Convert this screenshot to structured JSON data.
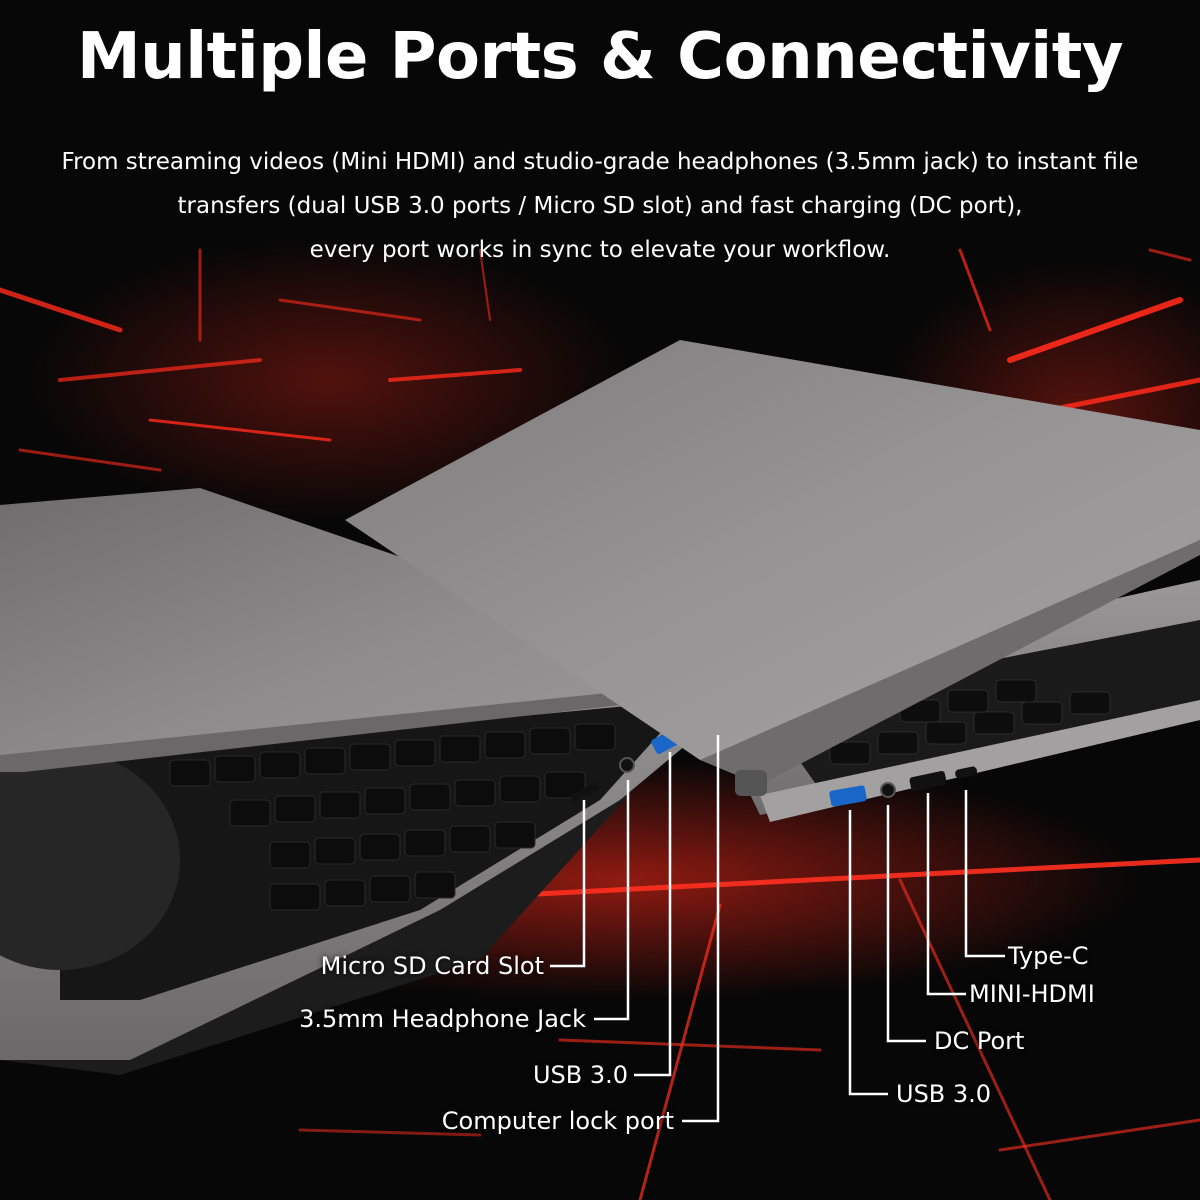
{
  "headline": "Multiple Ports & Connectivity",
  "subtext": {
    "line1": "From streaming videos (Mini HDMI) and studio-grade headphones (3.5mm jack) to instant file",
    "line2": "transfers (dual USB 3.0 ports / Micro SD slot) and fast charging (DC port),",
    "line3": "every port works in sync to elevate your workflow."
  },
  "left_ports": {
    "micro_sd": "Micro SD Card Slot",
    "headphone": "3.5mm Headphone Jack",
    "usb": "USB 3.0",
    "lock": "Computer lock port"
  },
  "right_ports": {
    "type_c": "Type-C",
    "mini_hdmi": "MINI-HDMI",
    "dc": "DC Port",
    "usb": "USB 3.0"
  },
  "colors": {
    "background": "#070707",
    "accent_red": "#ff2a1a",
    "laptop_gray": "#8d8b8b",
    "text": "#ffffff"
  }
}
